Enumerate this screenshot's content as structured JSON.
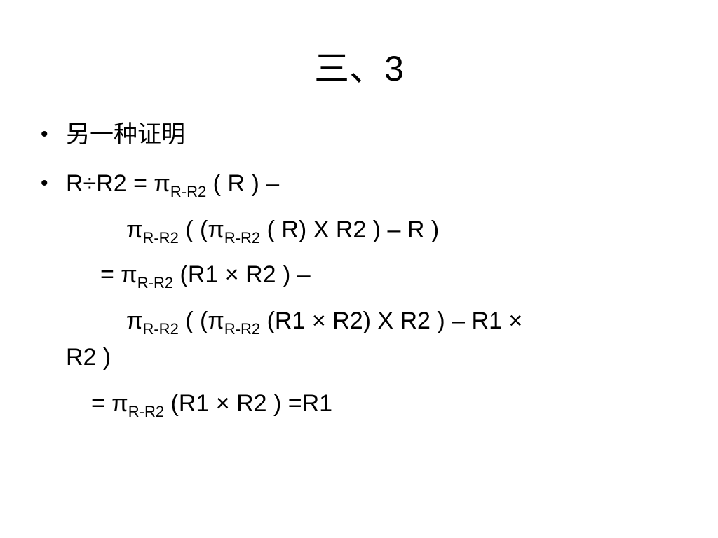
{
  "slide": {
    "title_prefix": "三、",
    "title_number": "3",
    "bullet_symbol": "•",
    "bullets": [
      {
        "text": "另一种证明"
      },
      {
        "head": "R÷R2 = π",
        "sub": "R-R2",
        "tail": " ( R ) –"
      }
    ],
    "lines": [
      {
        "p1": "π",
        "s1": "R-R2",
        "p2": " ( (π",
        "s2": "R-R2",
        "p3": " ( R) X R2 ) –  R  )"
      },
      {
        "p1": "= π",
        "s1": "R-R2",
        "p2": " (R1 × R2 ) –"
      },
      {
        "p1": "π",
        "s1": "R-R2",
        "p2": " ( (π",
        "s2": "R-R2",
        "p3": " (R1 × R2) X R2 ) –  R1 ×"
      },
      {
        "p1": "R2  )"
      },
      {
        "p1": "= π",
        "s1": "R-R2",
        "p2": " (R1 × R2 ) =R1"
      }
    ]
  }
}
